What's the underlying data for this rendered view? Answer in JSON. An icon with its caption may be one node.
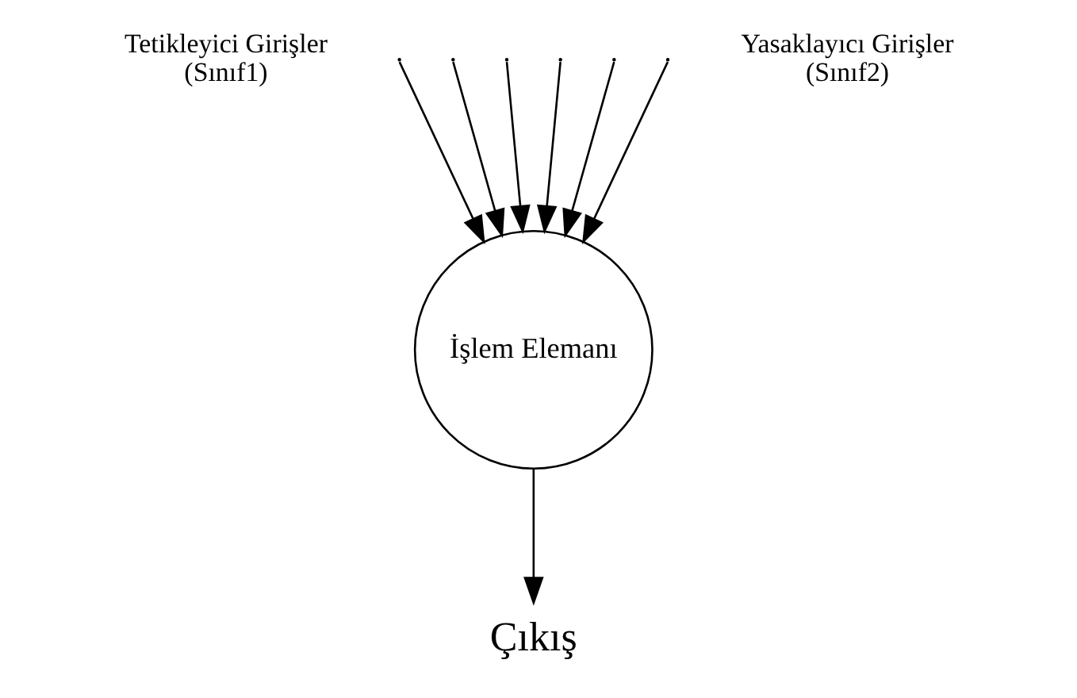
{
  "diagram": {
    "nodes": [
      {
        "text": [
          "İşlem Elemanı"
        ]
      },
      {
        "text": [
          "Çıkış"
        ]
      }
    ],
    "edges": [
      {
        "from": null,
        "to": 0,
        "arrow": "to"
      },
      {
        "from": null,
        "to": 0,
        "arrow": "to"
      },
      {
        "from": null,
        "to": 0,
        "arrow": "to"
      },
      {
        "from": null,
        "to": 0,
        "arrow": "to"
      },
      {
        "from": null,
        "to": 0,
        "arrow": "to"
      },
      {
        "from": null,
        "to": 0,
        "arrow": "to"
      },
      {
        "from": 0,
        "to": 1,
        "arrow": "to"
      }
    ],
    "labels": [
      "Tetikleyici Girişler (Sınıf1)",
      "Yasaklayıcı Girişler (Sınıf2)"
    ]
  }
}
